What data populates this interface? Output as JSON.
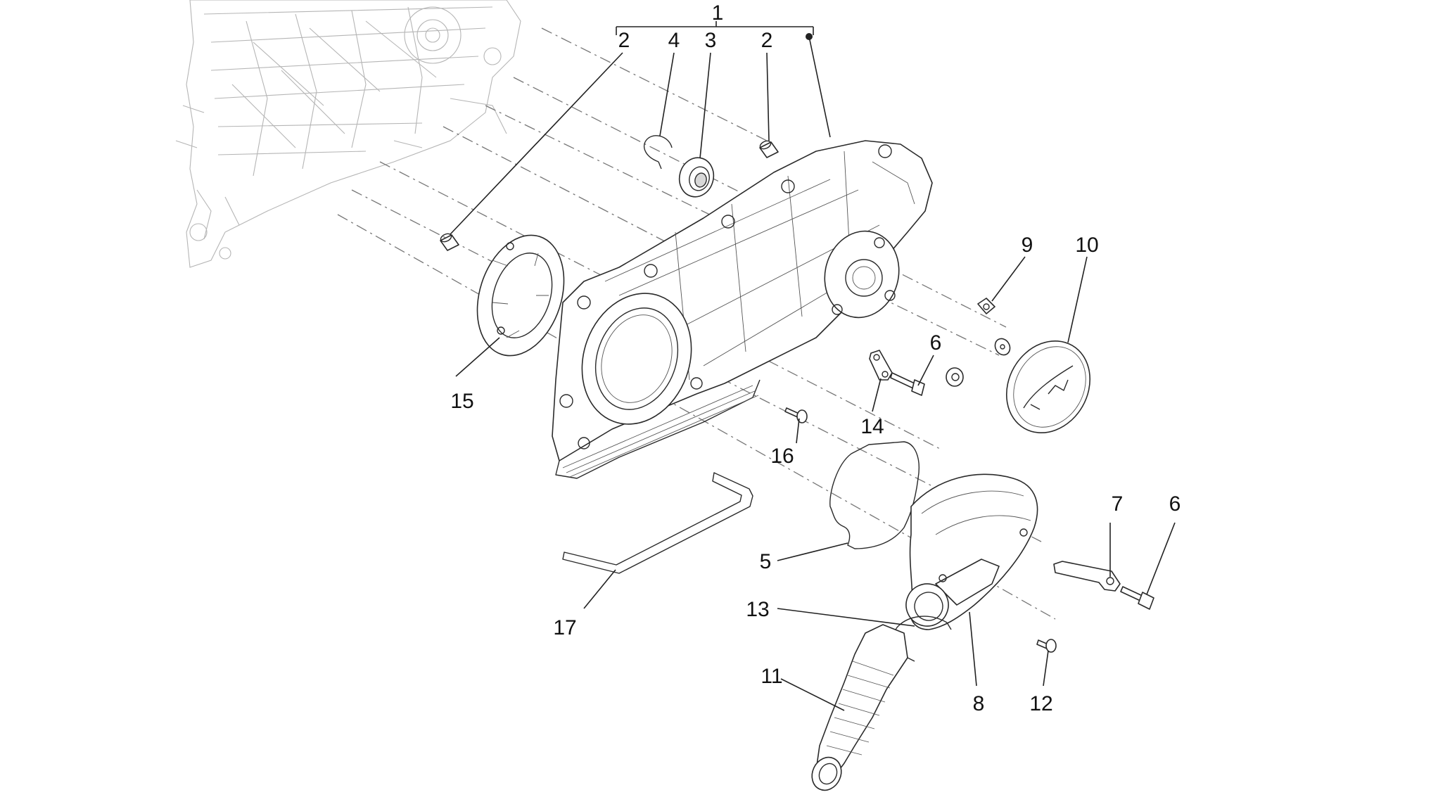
{
  "diagram": {
    "labels": {
      "l1": "1",
      "l2a": "2",
      "l4": "4",
      "l3": "3",
      "l2b": "2",
      "l9": "9",
      "l10": "10",
      "l6a": "6",
      "l15": "15",
      "l14": "14",
      "l16": "16",
      "l7": "7",
      "l6b": "6",
      "l5": "5",
      "l13": "13",
      "l17": "17",
      "l11": "11",
      "l8": "8",
      "l12": "12"
    }
  }
}
